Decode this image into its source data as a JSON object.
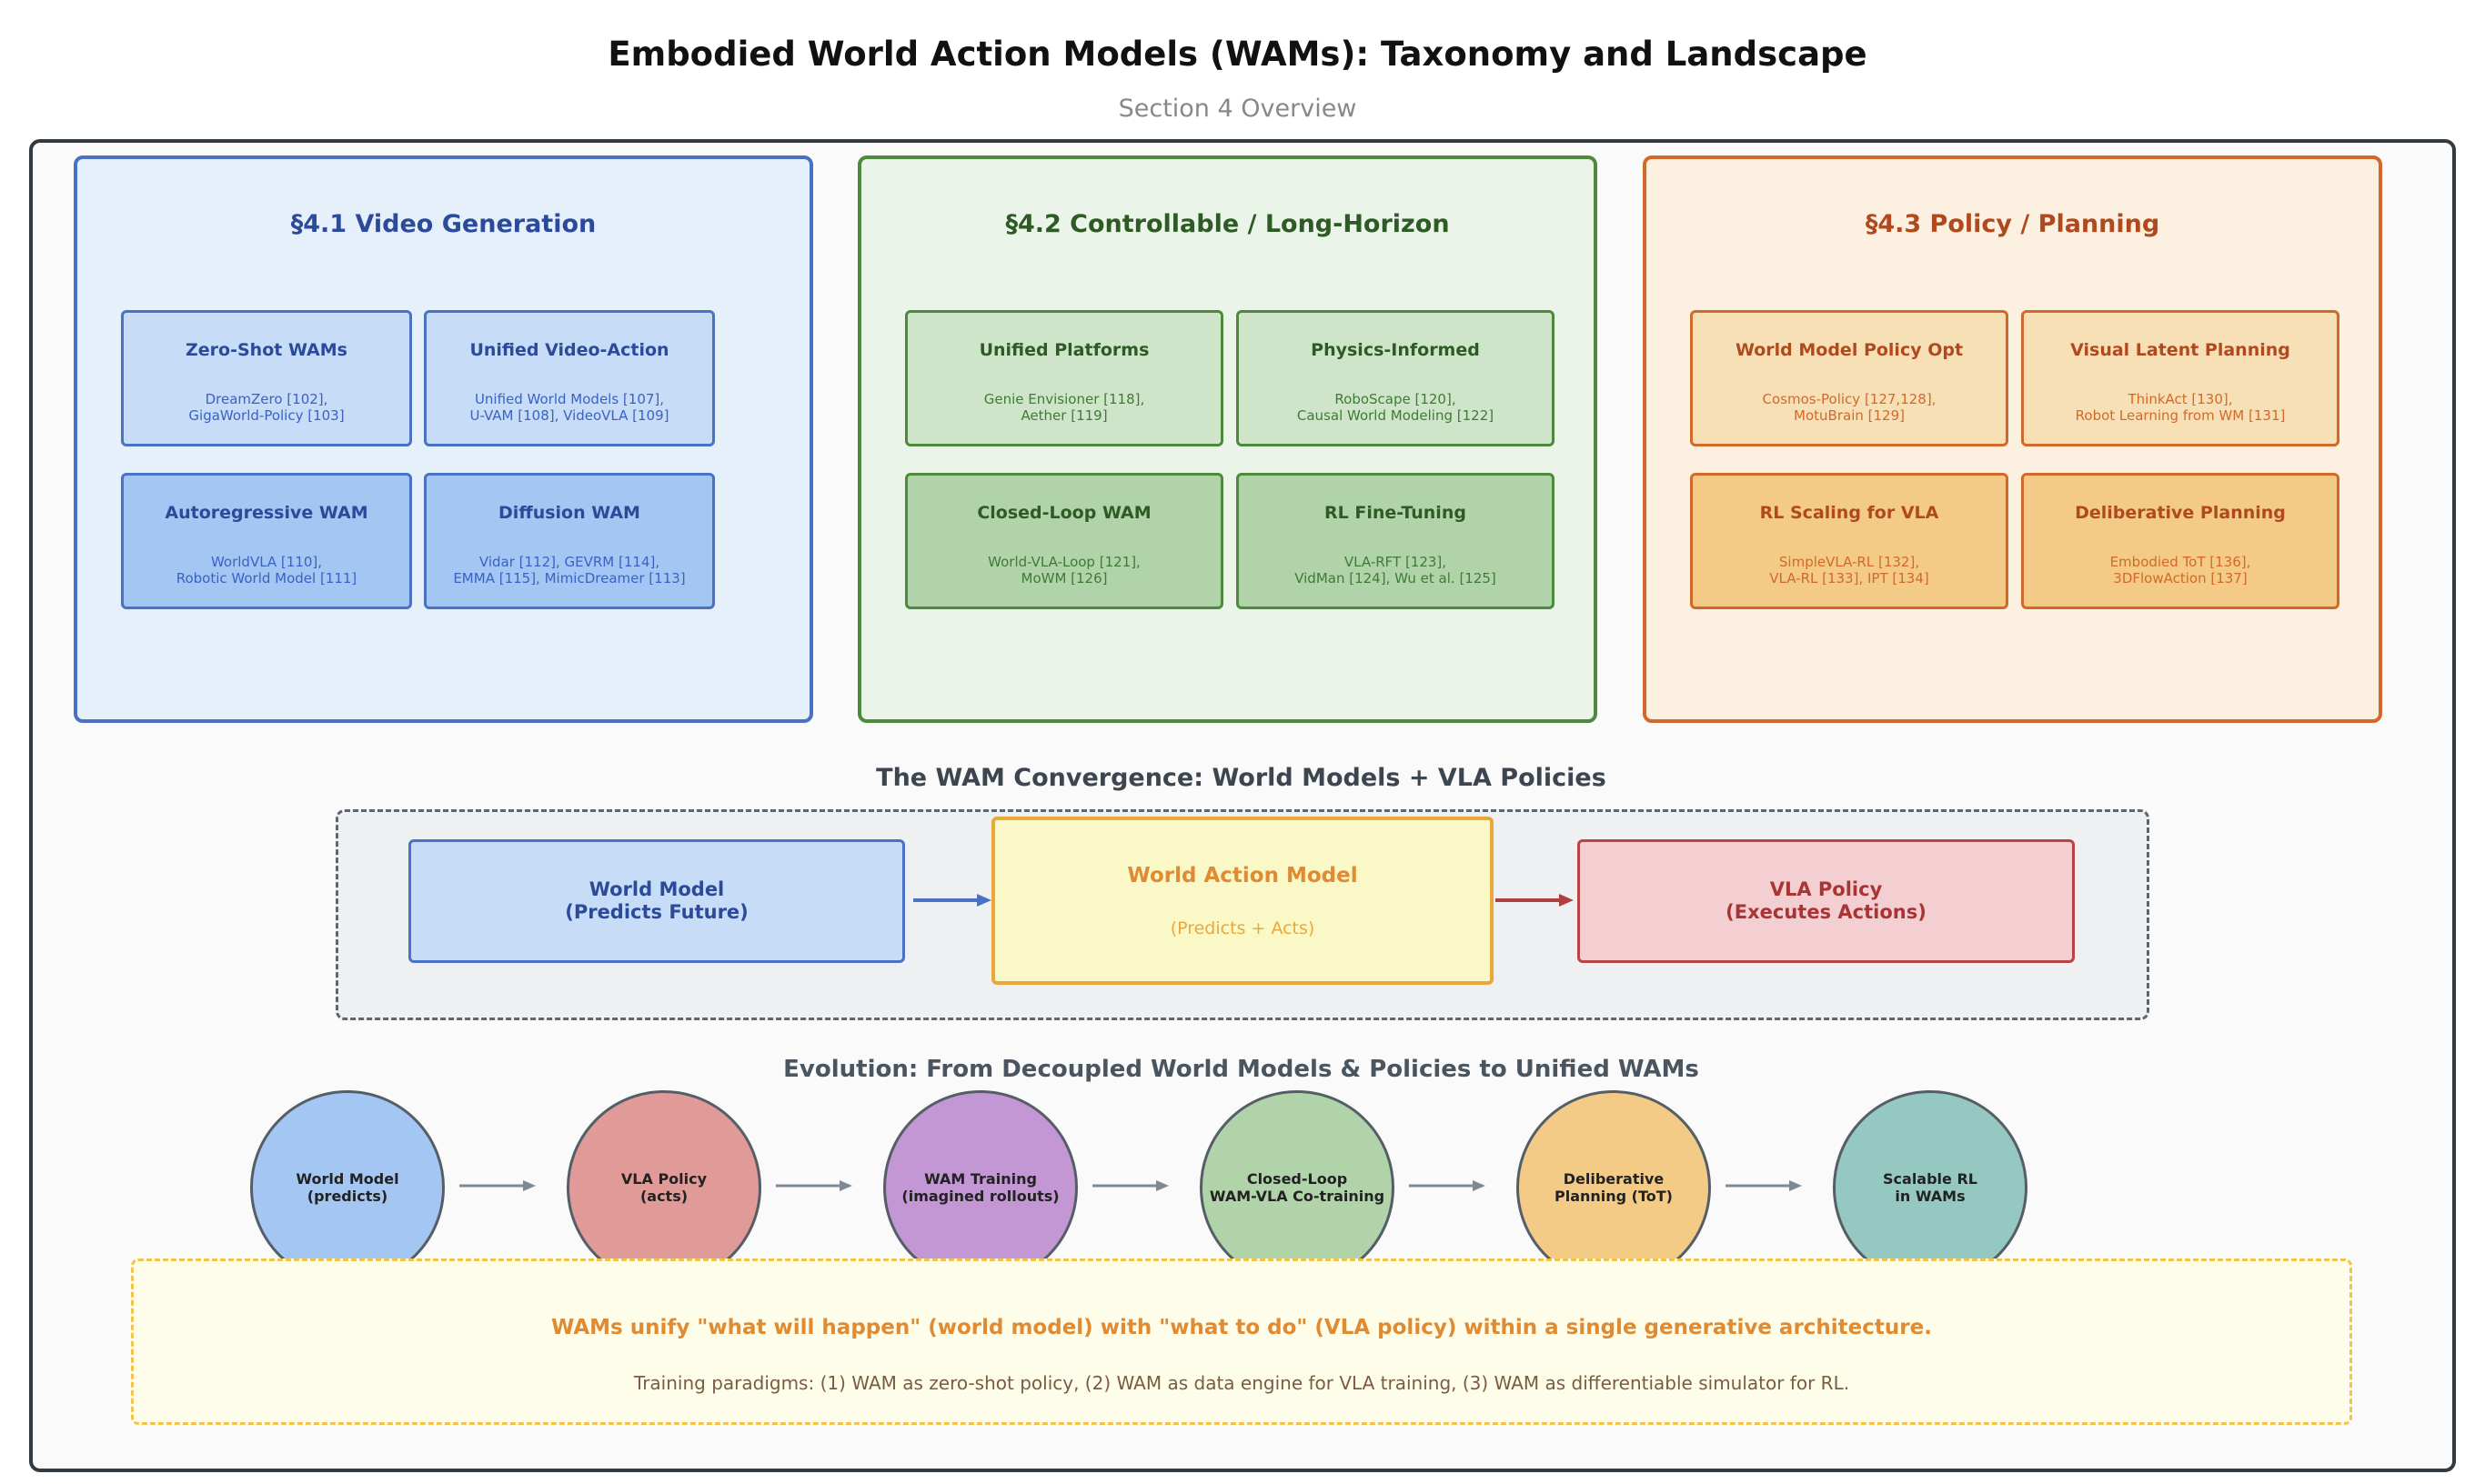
{
  "header": {
    "title": "Embodied World Action Models (WAMs): Taxonomy and Landscape",
    "subtitle": "Section 4 Overview"
  },
  "sections": [
    {
      "title": "§4.1 Video Generation",
      "cards": [
        {
          "title": "Zero-Shot WAMs",
          "body": "DreamZero [102],\nGigaWorld-Policy [103]"
        },
        {
          "title": "Unified Video-Action",
          "body": "Unified World Models [107],\nU-VAM [108], VideoVLA [109]"
        },
        {
          "title": "Autoregressive WAM",
          "body": "WorldVLA [110],\nRobotic World Model [111]"
        },
        {
          "title": "Diffusion WAM",
          "body": "Vidar [112], GEVRM [114],\nEMMA [115], MimicDreamer [113]"
        }
      ]
    },
    {
      "title": "§4.2 Controllable / Long-Horizon",
      "cards": [
        {
          "title": "Unified Platforms",
          "body": "Genie Envisioner [118],\nAether [119]"
        },
        {
          "title": "Physics-Informed",
          "body": "RoboScape [120],\nCausal World Modeling [122]"
        },
        {
          "title": "Closed-Loop WAM",
          "body": "World-VLA-Loop [121],\nMoWM [126]"
        },
        {
          "title": "RL Fine-Tuning",
          "body": "VLA-RFT [123],\nVidMan [124], Wu et al. [125]"
        }
      ]
    },
    {
      "title": "§4.3 Policy / Planning",
      "cards": [
        {
          "title": "World Model Policy Opt",
          "body": "Cosmos-Policy [127,128],\nMotuBrain [129]"
        },
        {
          "title": "Visual Latent Planning",
          "body": "ThinkAct [130],\nRobot Learning from WM [131]"
        },
        {
          "title": "RL Scaling for VLA",
          "body": "SimpleVLA-RL [132],\nVLA-RL [133], IPT [134]"
        },
        {
          "title": "Deliberative Planning",
          "body": "Embodied ToT [136],\n3DFlowAction [137]"
        }
      ]
    }
  ],
  "convergence": {
    "title": "The WAM Convergence: World Models + VLA Policies",
    "world_model": "World Model\n(Predicts Future)",
    "wam_title": "World Action Model",
    "wam_sub": "(Predicts + Acts)",
    "vla_policy": "VLA Policy\n(Executes Actions)"
  },
  "evolution": {
    "title": "Evolution: From Decoupled World Models & Policies to Unified WAMs",
    "steps": [
      {
        "label": "World Model\n(predicts)",
        "color": "#a3c6f2"
      },
      {
        "label": "VLA Policy\n(acts)",
        "color": "#e09a98"
      },
      {
        "label": "WAM Training\n(imagined rollouts)",
        "color": "#c396d4"
      },
      {
        "label": "Closed-Loop\nWAM-VLA Co-training",
        "color": "#b1d3a9"
      },
      {
        "label": "Deliberative\nPlanning (ToT)",
        "color": "#f3cb86"
      },
      {
        "label": "Scalable RL\nin WAMs",
        "color": "#96c8c2"
      }
    ]
  },
  "summary": {
    "headline": "WAMs unify \"what will happen\" (world model) with \"what to do\" (VLA policy) within a single generative architecture.",
    "detail": "Training paradigms: (1) WAM as zero-shot policy, (2) WAM as data engine for VLA training, (3) WAM as differentiable simulator for RL."
  },
  "colors": {
    "blue_border": "#4a72c4",
    "blue_bg": "#e6f0fb",
    "blue_text": "#2c4a9a",
    "green_border": "#4e8a3e",
    "green_bg": "#eaf4e8",
    "green_text": "#2e5a26",
    "orange_border": "#d2692a",
    "orange_bg": "#fcf1e1",
    "orange_text": "#b04a1e"
  }
}
